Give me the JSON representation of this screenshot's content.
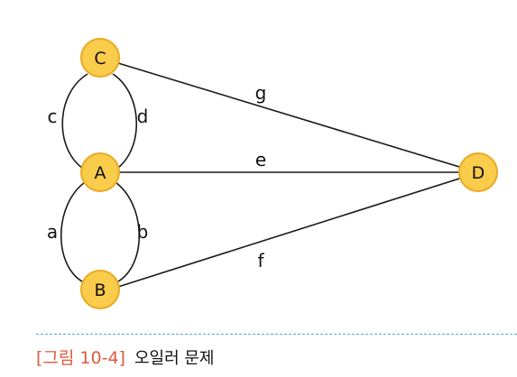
{
  "diagram": {
    "nodes": [
      {
        "id": "C",
        "label": "C"
      },
      {
        "id": "A",
        "label": "A"
      },
      {
        "id": "B",
        "label": "B"
      },
      {
        "id": "D",
        "label": "D"
      }
    ],
    "edges": [
      {
        "label": "c",
        "from": "C",
        "to": "A"
      },
      {
        "label": "d",
        "from": "C",
        "to": "A"
      },
      {
        "label": "a",
        "from": "A",
        "to": "B"
      },
      {
        "label": "b",
        "from": "A",
        "to": "B"
      },
      {
        "label": "g",
        "from": "C",
        "to": "D"
      },
      {
        "label": "e",
        "from": "A",
        "to": "D"
      },
      {
        "label": "f",
        "from": "B",
        "to": "D"
      }
    ],
    "colors": {
      "node_fill": "#f9cc4c",
      "node_stroke": "#e9a923",
      "edge": "#1a1a1a",
      "caption_accent": "#e0593b",
      "divider": "#5ba9c8"
    }
  },
  "caption": {
    "label": "[그림 10-4]",
    "title": "오일러 문제"
  }
}
